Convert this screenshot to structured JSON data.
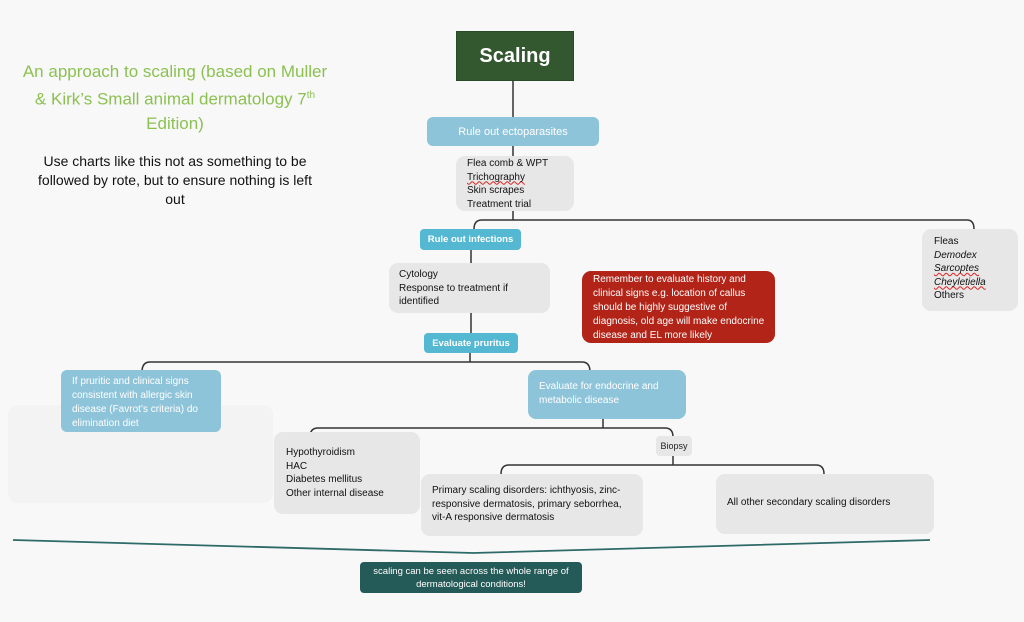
{
  "header": {
    "title_main": "An approach to scaling (based on Muller & Kirk’s Small animal dermatology 7",
    "title_sup": "th",
    "title_end": " Edition)",
    "note": "Use charts like this not as something to be followed by rote, but to ensure nothing is left out"
  },
  "colors": {
    "title": "#8cc152",
    "root": "#33572f",
    "blue_node": "#8ec4da",
    "teal_node": "#54b8d2",
    "grey_node": "#e7e7e7",
    "warning_node": "#b22418",
    "bottom_note": "#245a58"
  },
  "nodes": {
    "root": "Scaling",
    "ectoparasites": "Rule out ectoparasites",
    "ecto_tests": [
      "Flea comb & WPT",
      "Trichography",
      "Skin scrapes",
      "Treatment trial"
    ],
    "parasites": [
      "Fleas",
      "Demodex",
      "Sarcoptes",
      "Cheyletiella",
      "Others"
    ],
    "infections": "Rule out infections",
    "infection_tests": [
      "Cytology",
      "Response to treatment if identified"
    ],
    "reminder": "Remember to evaluate history and clinical signs e.g. location of callus should be highly suggestive of diagnosis, old age will make endocrine disease and EL more likely",
    "pruritus": "Evaluate pruritus",
    "allergic": "If pruritic and clinical signs consistent with allergic skin disease (Favrot’s criteria) do elimination diet",
    "endocrine": "Evaluate for endocrine and metabolic disease",
    "endocrine_list": [
      "Hypothyroidism",
      "HAC",
      "Diabetes mellitus",
      "Other internal disease"
    ],
    "biopsy": "Biopsy",
    "primary": "Primary scaling disorders: ichthyosis, zinc-responsive dermatosis, primary seborrhea, vit-A responsive dermatosis",
    "secondary": "All other secondary scaling disorders"
  },
  "footer": {
    "note": "scaling can be seen across the whole range of dermatological conditions!"
  }
}
